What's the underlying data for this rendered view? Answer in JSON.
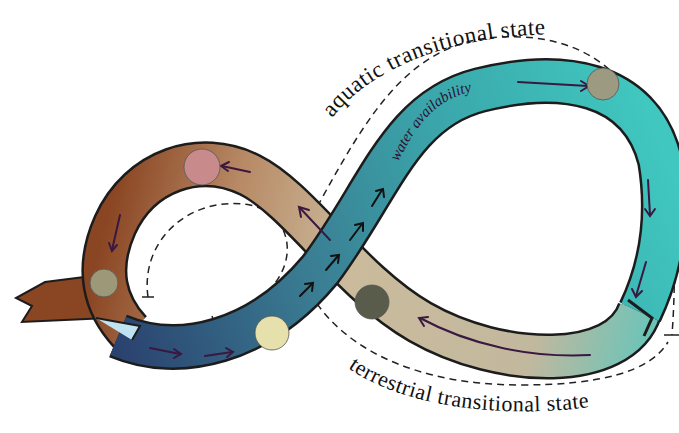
{
  "diagram": {
    "labels": [
      "aquatic transitional state",
      "water availability",
      "terrestrial transitional state"
    ]
  }
}
